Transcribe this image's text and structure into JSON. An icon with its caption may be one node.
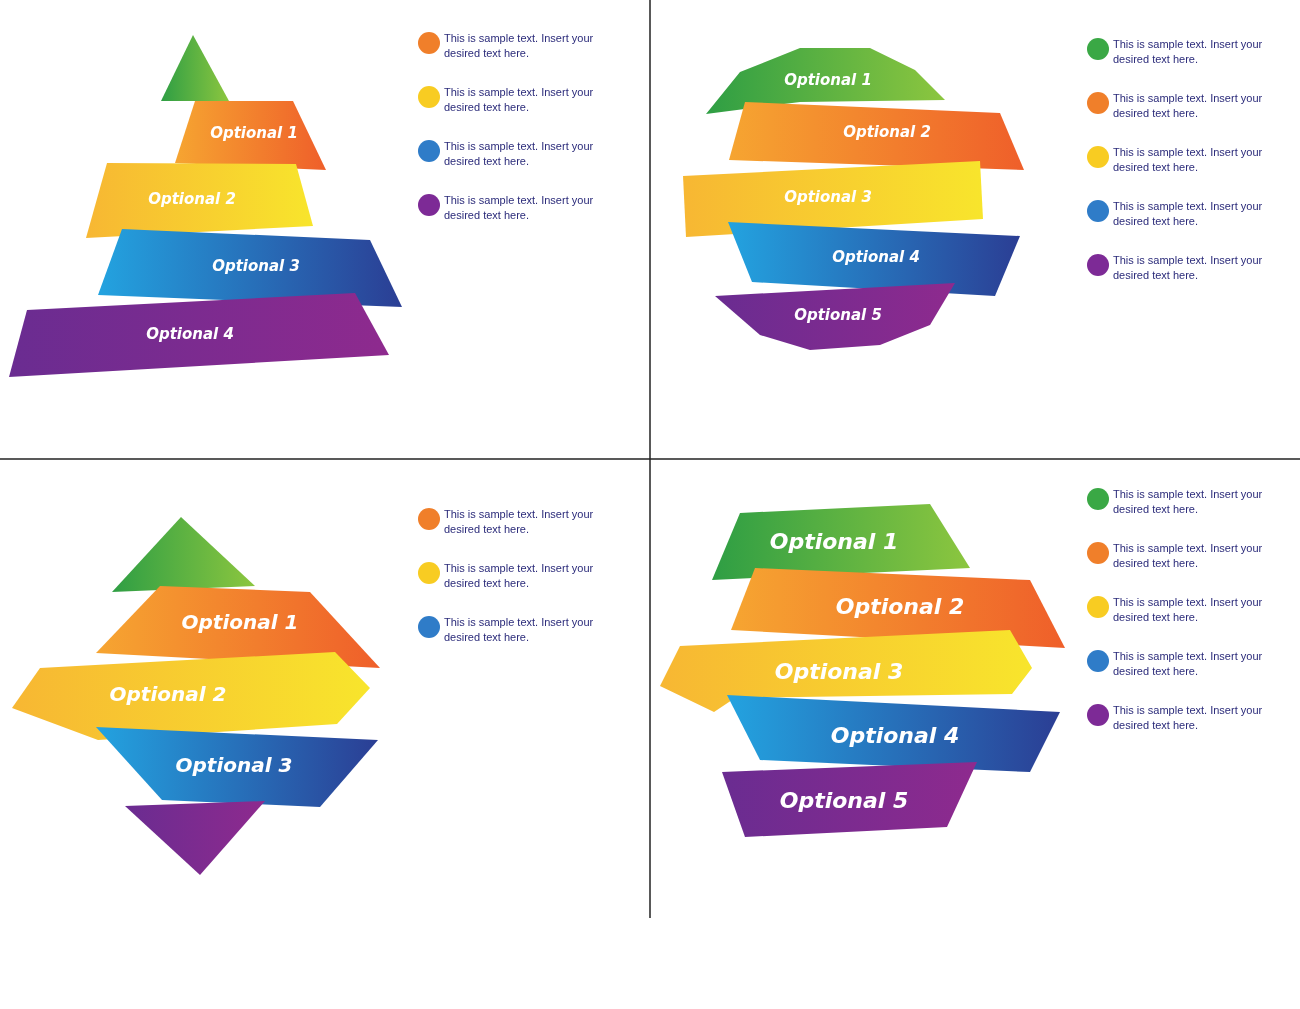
{
  "diagram": {
    "nodes": [
      {
        "text": [],
        "shape": "triangle"
      },
      {
        "text": [
          "Optional 1"
        ]
      },
      {
        "text": [
          "Optional 2"
        ]
      },
      {
        "text": [
          "Optional 3"
        ]
      },
      {
        "text": [
          "Optional 4"
        ]
      },
      {
        "text": [
          "Optional 1"
        ]
      },
      {
        "text": [
          "Optional 2"
        ]
      },
      {
        "text": [
          "Optional 3"
        ]
      },
      {
        "text": [
          "Optional 4"
        ]
      },
      {
        "text": [
          "Optional 5"
        ]
      },
      {
        "text": [],
        "shape": "triangle"
      },
      {
        "text": [
          "Optional 1"
        ]
      },
      {
        "text": [
          "Optional 2"
        ]
      },
      {
        "text": [
          "Optional 3"
        ]
      },
      {
        "text": [],
        "shape": "triangle"
      },
      {
        "text": [
          "Optional 1"
        ]
      },
      {
        "text": [
          "Optional 2"
        ]
      },
      {
        "text": [
          "Optional 3"
        ]
      },
      {
        "text": [
          "Optional 4"
        ]
      },
      {
        "text": [
          "Optional 5"
        ]
      }
    ],
    "edges": [],
    "legend": [
      {
        "text": "This is sample text. Insert your desired text here.",
        "color": "#f07f2a"
      },
      {
        "text": "This is sample text. Insert your desired text here.",
        "color": "#f8cc22"
      },
      {
        "text": "This is sample text. Insert your desired text here.",
        "color": "#2f7cc8"
      },
      {
        "text": "This is sample text. Insert your desired text here.",
        "color": "#7d2a96"
      },
      {
        "text": "This is sample text. Insert your desired text here.",
        "color": "#3aa845"
      },
      {
        "text": "This is sample text. Insert your desired text here.",
        "color": "#f07f2a"
      },
      {
        "text": "This is sample text. Insert your desired text here.",
        "color": "#f8cc22"
      },
      {
        "text": "This is sample text. Insert your desired text here.",
        "color": "#2f7cc8"
      },
      {
        "text": "This is sample text. Insert your desired text here.",
        "color": "#7d2a96"
      },
      {
        "text": "This is sample text. Insert your desired text here.",
        "color": "#f07f2a"
      },
      {
        "text": "This is sample text. Insert your desired text here.",
        "color": "#f8cc22"
      },
      {
        "text": "This is sample text. Insert your desired text here.",
        "color": "#2f7cc8"
      },
      {
        "text": "This is sample text. Insert your desired text here.",
        "color": "#3aa845"
      },
      {
        "text": "This is sample text. Insert your desired text here.",
        "color": "#f07f2a"
      },
      {
        "text": "This is sample text. Insert your desired text here.",
        "color": "#f8cc22"
      },
      {
        "text": "This is sample text. Insert your desired text here.",
        "color": "#2f7cc8"
      },
      {
        "text": "This is sample text. Insert your desired text here.",
        "color": "#7d2a96"
      }
    ]
  }
}
